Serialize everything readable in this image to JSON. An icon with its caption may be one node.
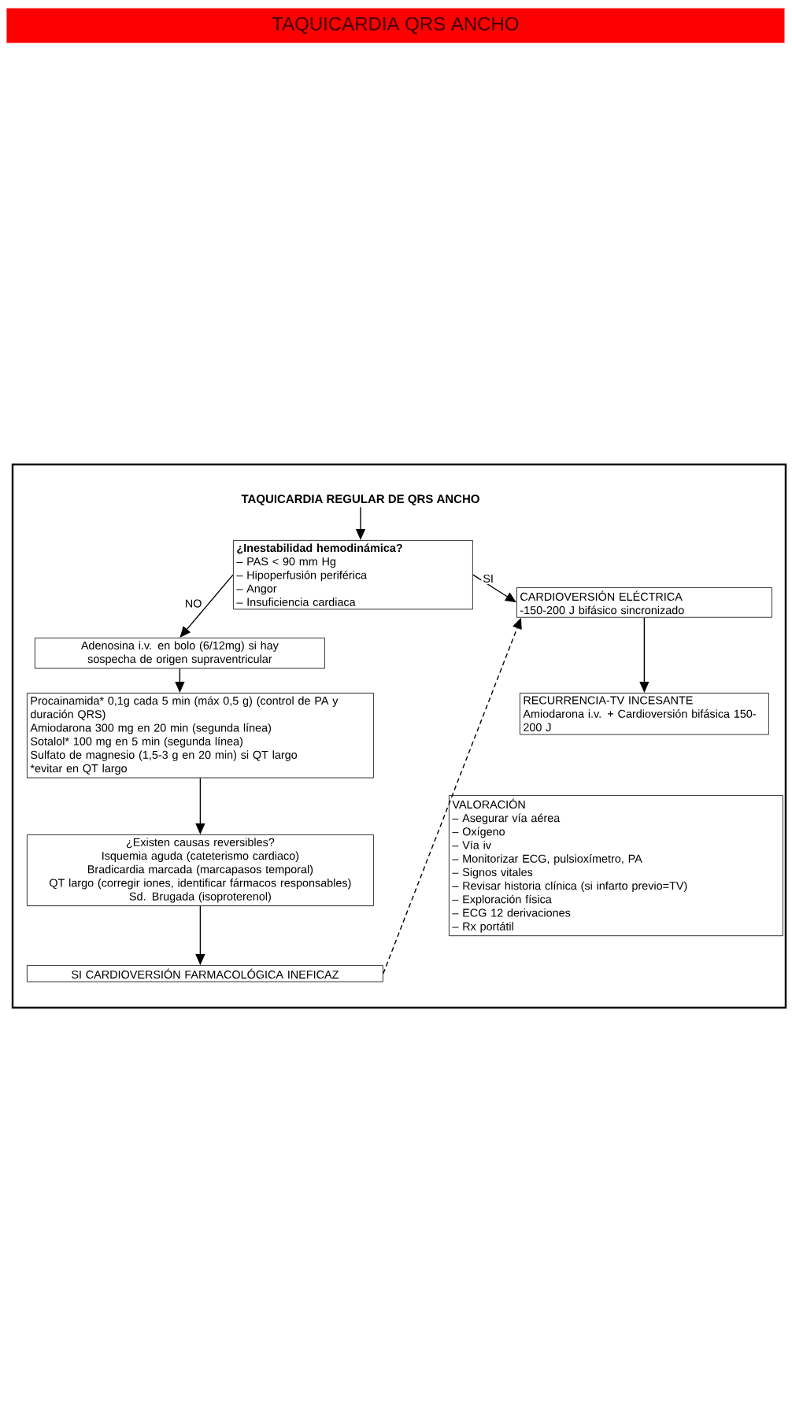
{
  "diagram": {
    "title": "TAQUICARDIA QRS ANCHO",
    "nodes": [
      {
        "text": [
          "TAQUICARDIA REGULAR DE QRS ANCHO"
        ]
      },
      {
        "text": [
          "¿Inestabilidad hemodinámica?",
          "– PAS < 90 mm Hg",
          "– Hipoperfusión periférica",
          "– Angor",
          "– Insuficiencia cardiaca"
        ]
      },
      {
        "text": [
          "Adenosina i.v. en bolo (6/12mg) si hay sospecha de origen supraventricular"
        ]
      },
      {
        "text": [
          "Procainamida* 0,1g cada 5 min (máx 0,5 g) (control de PA y duración QRS)",
          "Amiodarona 300 mg en 20 min (segunda línea)",
          "Sotalol* 100 mg en 5 min (segunda línea)",
          "Sulfato de magnesio (1,5-3 g en 20 min) si QT largo",
          "*evitar en QT largo"
        ]
      },
      {
        "text": [
          "¿Existen causas reversibles?",
          "Isquemia aguda (cateterismo cardiaco)",
          "Bradicardia marcada (marcapasos temporal)",
          "QT largo (corregir iones, identificar fármacos responsables)",
          "Sd. Brugada (isoproterenol)"
        ]
      },
      {
        "text": [
          "SI CARDIOVERSIÓN FARMACOLÓGICA INEFICAZ"
        ]
      },
      {
        "text": [
          "CARDIOVERSIÓN ELÉCTRICA",
          "-150-200 J bifásico sincronizado"
        ]
      },
      {
        "text": [
          "RECURRENCIA-TV INCESANTE",
          "Amiodarona i.v. + Cardioversión bifásica 150-200 J"
        ]
      },
      {
        "text": [
          "VALORACIÓN",
          "– Asegurar vía aérea",
          "– Oxígeno",
          "– Vía iv",
          "– Monitorizar ECG, pulsioxímetro, PA",
          "– Signos vitales",
          "– Revisar historia clínica (si infarto previo=TV)",
          "– Exploración física",
          "– ECG 12 derivaciones",
          "– Rx portátil"
        ]
      }
    ],
    "edges": [
      {
        "from": 0,
        "to": 1,
        "arrow": "to"
      },
      {
        "from": 1,
        "to": 2,
        "arrow": "to",
        "label": "NO"
      },
      {
        "from": 1,
        "to": 6,
        "arrow": "to",
        "label": "SI"
      },
      {
        "from": 2,
        "to": 3,
        "arrow": "to"
      },
      {
        "from": 3,
        "to": 4,
        "arrow": "to"
      },
      {
        "from": 4,
        "to": 5,
        "arrow": "to"
      },
      {
        "from": 5,
        "to": 6,
        "arrow": "to",
        "style": "dashed"
      },
      {
        "from": 6,
        "to": 7,
        "arrow": "to"
      }
    ]
  }
}
